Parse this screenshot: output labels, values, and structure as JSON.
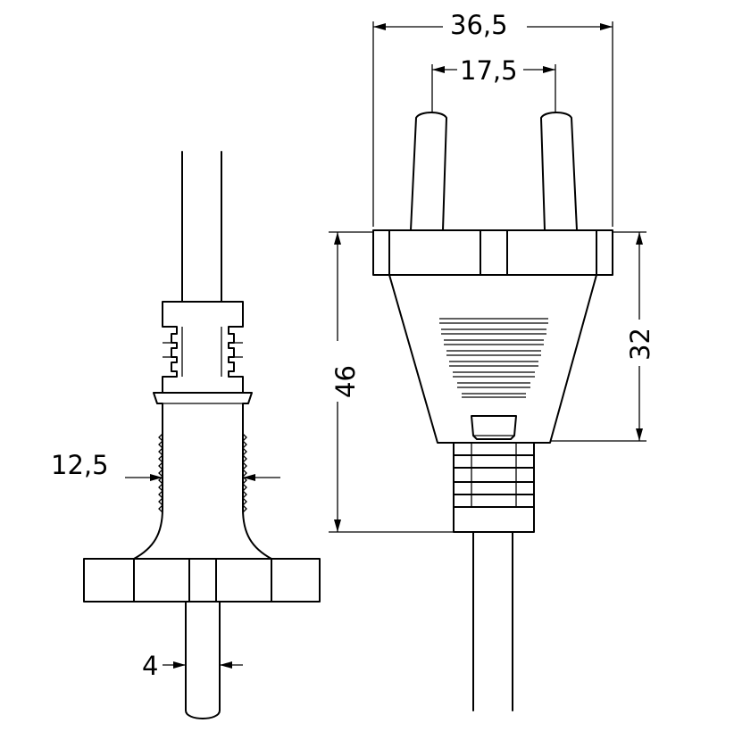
{
  "dimensions": {
    "overall_width": "36,5",
    "pin_spacing": "17,5",
    "overall_height": "46",
    "body_height": "32",
    "body_width": "12,5",
    "pin_diameter": "4"
  }
}
